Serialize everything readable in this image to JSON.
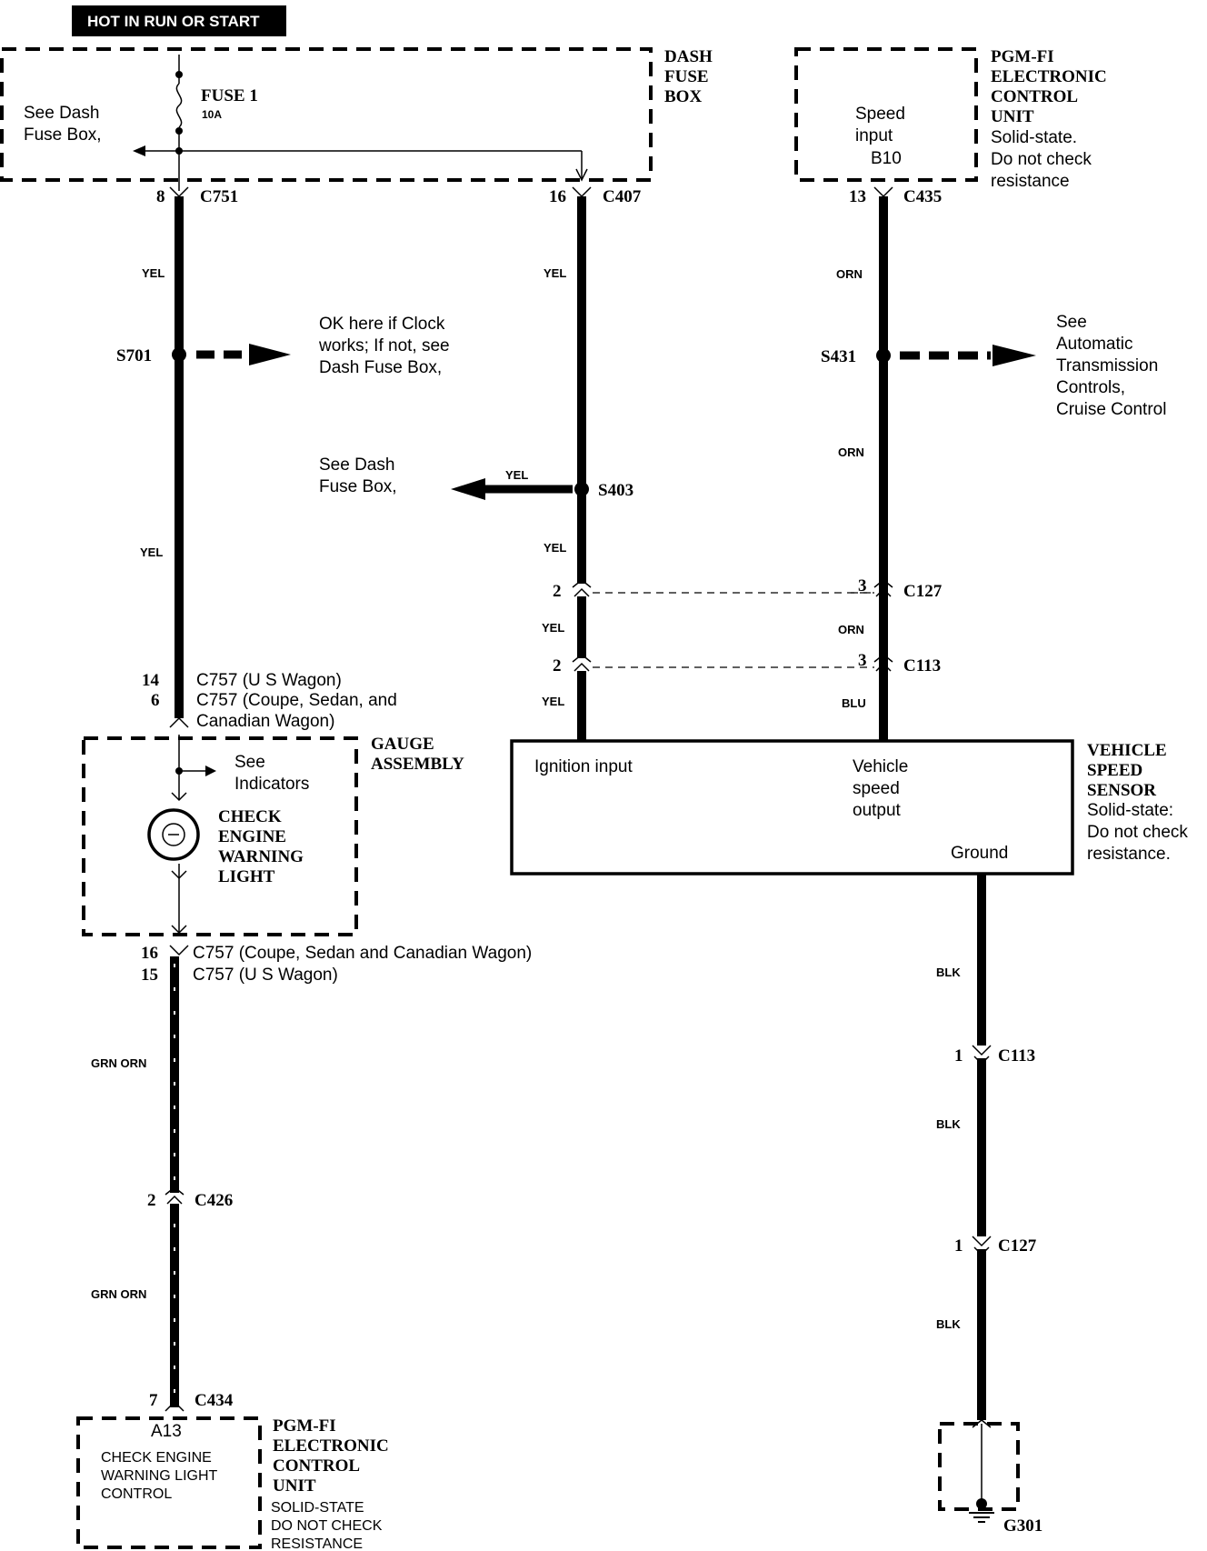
{
  "header": {
    "power_label": "HOT IN RUN OR START"
  },
  "dash_fuse_box": {
    "title_lines": [
      "DASH",
      "FUSE",
      "BOX"
    ],
    "fuse_name": "FUSE 1",
    "fuse_rating": "10A",
    "see_lines": [
      "See Dash",
      "Fuse Box,"
    ]
  },
  "pgmfi_top": {
    "title_lines": [
      "PGM-FI",
      "ELECTRONIC",
      "CONTROL",
      "UNIT"
    ],
    "note_lines": [
      "Solid-state.",
      "Do not check",
      "resistance"
    ],
    "pin_lines": [
      "Speed",
      "input",
      "B10"
    ]
  },
  "connectors": {
    "c751": {
      "pin": "8",
      "name": "C751"
    },
    "c407": {
      "pin": "16",
      "name": "C407"
    },
    "c435": {
      "pin": "13",
      "name": "C435"
    },
    "c127a": {
      "pin_left": "2",
      "pin_right": "3",
      "name": "C127"
    },
    "c113a": {
      "pin_left": "2",
      "pin_right": "3",
      "name": "C113"
    },
    "c757_top": {
      "pin1": "14",
      "label1": "C757 (U S  Wagon)",
      "pin2": "6",
      "label2_lines": [
        "C757 (Coupe, Sedan, and",
        "Canadian Wagon)"
      ]
    },
    "c757_bottom": {
      "pin1": "16",
      "label1": "C757 (Coupe, Sedan  and Canadian Wagon)",
      "pin2": "15",
      "label2": "C757 (U S  Wagon)"
    },
    "c426": {
      "pin": "2",
      "name": "C426"
    },
    "c434": {
      "pin": "7",
      "name": "C434"
    },
    "c113b": {
      "pin": "1",
      "name": "C113"
    },
    "c127b": {
      "pin": "1",
      "name": "C127"
    }
  },
  "splices": {
    "s701": {
      "name": "S701",
      "note_lines": [
        "OK here if Clock",
        "works; If not, see",
        "Dash Fuse Box,"
      ]
    },
    "s403": {
      "name": "S403",
      "wire": "YEL",
      "note_lines": [
        "See Dash",
        "Fuse Box,"
      ]
    },
    "s431": {
      "name": "S431",
      "note_lines": [
        "See",
        "Automatic",
        "Transmission",
        "Controls,",
        "Cruise Control"
      ]
    }
  },
  "wire_colors": {
    "yel": "YEL",
    "orn": "ORN",
    "blu": "BLU",
    "blk": "BLK",
    "grn_orn_1": "GRN ORN",
    "grn_orn_2": "GRN ORN"
  },
  "gauge_assembly": {
    "title_lines": [
      "GAUGE",
      "ASSEMBLY"
    ],
    "see_lines": [
      "See",
      "Indicators"
    ],
    "lamp_lines": [
      "CHECK",
      "ENGINE",
      "WARNING",
      "LIGHT"
    ]
  },
  "vss": {
    "title_lines": [
      "VEHICLE",
      "SPEED",
      "SENSOR"
    ],
    "note_lines": [
      "Solid-state:",
      "Do not check",
      "resistance."
    ],
    "ignition_input": "Ignition input",
    "output_lines": [
      "Vehicle",
      "speed",
      "output"
    ],
    "ground": "Ground"
  },
  "pgmfi_bottom": {
    "title_lines": [
      "PGM-FI",
      "ELECTRONIC",
      "CONTROL",
      "UNIT"
    ],
    "note_lines": [
      "SOLID-STATE",
      "DO NOT CHECK",
      "RESISTANCE"
    ],
    "pin": "A13",
    "pin_lines": [
      "CHECK ENGINE",
      "WARNING LIGHT",
      "CONTROL"
    ]
  },
  "ground": {
    "name": "G301"
  }
}
